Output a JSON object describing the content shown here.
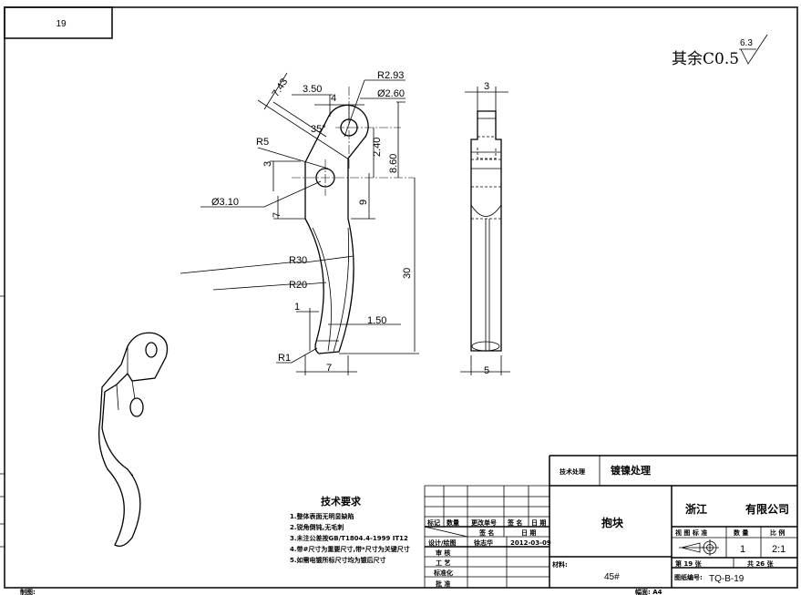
{
  "sheet": {
    "corner_number": "19",
    "surface_note": "其余C0.5",
    "roughness": "6.3",
    "drawn_by_label": "制图:",
    "format_label": "幅面: A4"
  },
  "dimensions": {
    "d_743": "7.43",
    "d_350": "3.50",
    "d_4": "4",
    "r_293": "R2.93",
    "dia_260": "Ø2.60",
    "ang_35": "35°",
    "r5": "R5",
    "d_3": "3",
    "d_240": "2.40",
    "d_860": "8.60",
    "dia_310": "Ø3.10",
    "d_7v": "7",
    "d_9": "9",
    "r30": "R30",
    "r20": "R20",
    "d_30": "30",
    "d_1": "1",
    "d_150": "1.50",
    "r1": "R1",
    "d_7h": "7",
    "side_3": "3",
    "side_5": "5"
  },
  "tech_requirements": {
    "title": "技术要求",
    "items": [
      "1.整体表面无明显缺陷",
      "2.锐角倒钝,无毛刺",
      "3.未注公差按GB/T1804.4-1999  IT12",
      "4.带#尺寸为重要尺寸,带*尺寸为关键尺寸",
      "5.如需电镀所标尺寸均为镀后尺寸"
    ]
  },
  "title_block": {
    "treatment_label": "技术处理",
    "treatment_value": "镀镍处理",
    "part_name": "抱块",
    "material_label": "材料:",
    "material_value": "45#",
    "company_left": "浙江",
    "company_right": "有限公司",
    "view_std_label": "视 图 标 准",
    "qty_label": "数 量",
    "scale_label": "比 例",
    "qty_value": "1",
    "scale_value": "2:1",
    "sheet_text": "第  19  张",
    "total_text": "共  26  张",
    "drawing_no_label": "图纸编号:",
    "drawing_no": "TQ-B-19"
  },
  "change_table": {
    "headers": [
      "标记",
      "数量",
      "更改单号",
      "签 名",
      "日 期"
    ],
    "sign_label": "签 名",
    "date_label": "日 期",
    "rows": [
      {
        "role": "设计/绘图",
        "name": "徐志华",
        "date": "2012-03-09"
      },
      {
        "role": "审 核",
        "name": "",
        "date": ""
      },
      {
        "role": "工 艺",
        "name": "",
        "date": ""
      },
      {
        "role": "标准化",
        "name": "",
        "date": ""
      },
      {
        "role": "批 准",
        "name": "",
        "date": ""
      }
    ]
  }
}
